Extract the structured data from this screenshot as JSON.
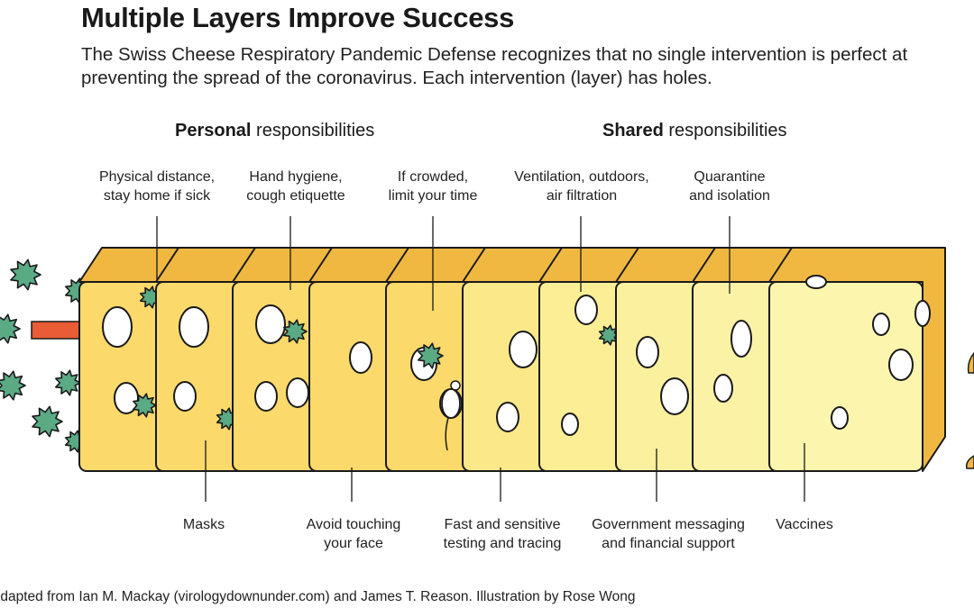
{
  "title": "Multiple Layers Improve Success",
  "subtitle": "The Swiss Cheese Respiratory Pandemic Defense recognizes that no single intervention is perfect at preventing the spread of the coronavirus. Each intervention (layer) has holes.",
  "groups": {
    "personal": {
      "bold": "Personal",
      "rest": " responsibilities"
    },
    "shared": {
      "bold": "Shared",
      "rest": " responsibilities"
    }
  },
  "top_labels": [
    {
      "line1": "Physical distance,",
      "line2": "stay home if sick"
    },
    {
      "line1": "Hand hygiene,",
      "line2": "cough etiquette"
    },
    {
      "line1": "If crowded,",
      "line2": "limit your time"
    },
    {
      "line1": "Ventilation, outdoors,",
      "line2": "air filtration"
    },
    {
      "line1": "Quarantine",
      "line2": "and isolation"
    }
  ],
  "bottom_labels": [
    {
      "line1": "Masks",
      "line2": ""
    },
    {
      "line1": "Avoid touching",
      "line2": "your face"
    },
    {
      "line1": "Fast and sensitive",
      "line2": "testing and tracing"
    },
    {
      "line1": "Government messaging",
      "line2": "and financial support"
    },
    {
      "line1": "Vaccines",
      "line2": ""
    }
  ],
  "credit": "Adapted from Ian M. Mackay (virologydownunder.com) and James T. Reason. Illustration by Rose Wong",
  "colors": {
    "cheese_front": [
      "#fbd96b",
      "#fbd96b",
      "#fbd96b",
      "#fbd96b",
      "#fbd96b",
      "#fbe888",
      "#fbee95",
      "#fbf09e",
      "#fbf2a5",
      "#fbf5ad"
    ],
    "cheese_top": "#f0b841",
    "virus": "#5aaa84",
    "arrow": "#e95c35",
    "outline": "#1a1a1a"
  }
}
